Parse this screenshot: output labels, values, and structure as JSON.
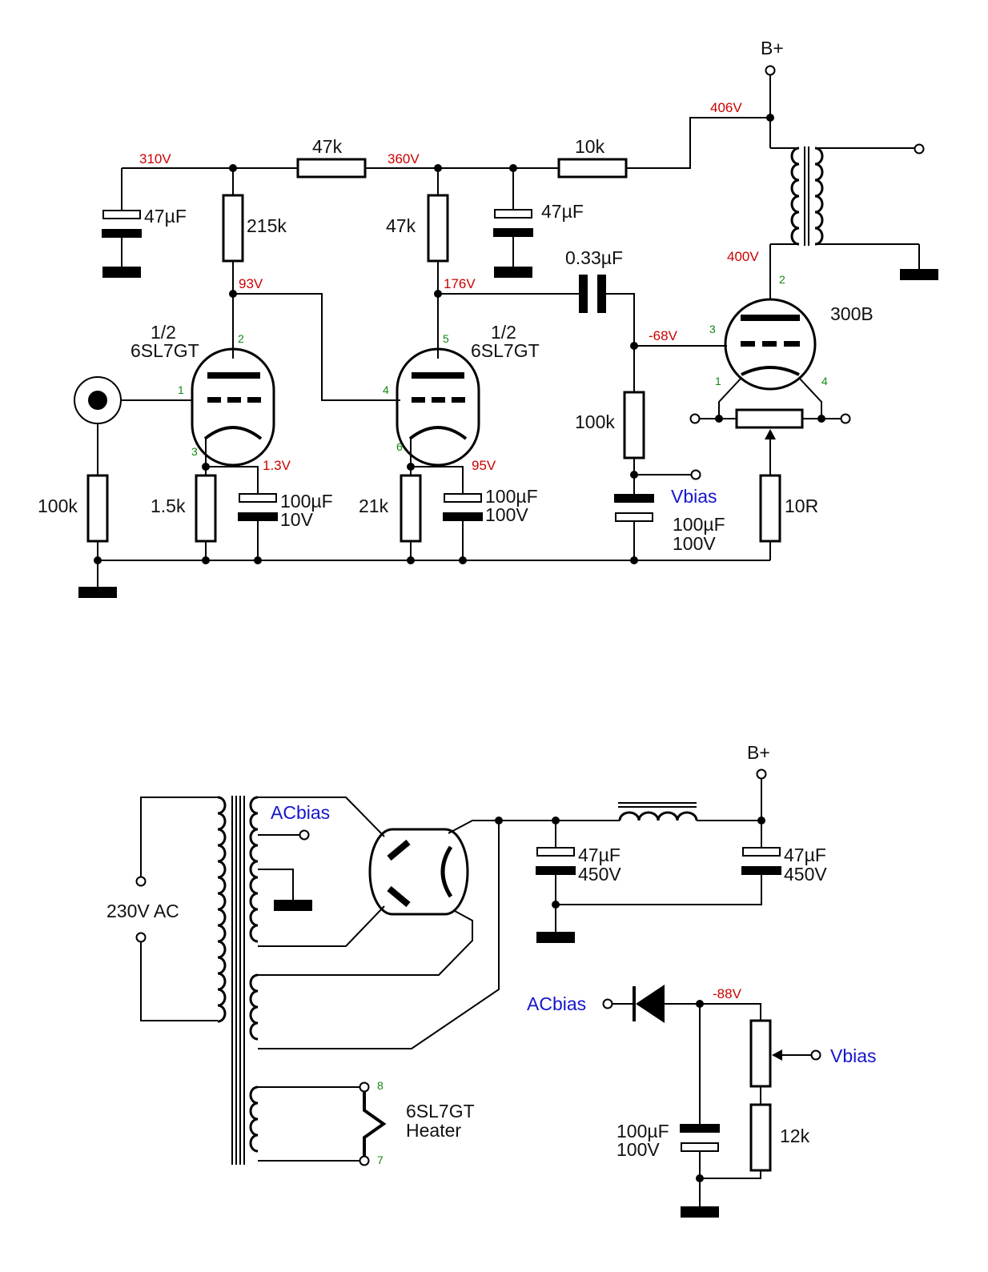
{
  "amplifier": {
    "bplus": "B+",
    "v_406": "406V",
    "v_310": "310V",
    "v_360": "360V",
    "v_93": "93V",
    "v_176": "176V",
    "v_400": "400V",
    "v_m68": "-68V",
    "v_1_3": "1.3V",
    "v_95": "95V",
    "r_47k_series": "47k",
    "r_10k": "10k",
    "r_215k": "215k",
    "r_47k_load": "47k",
    "r_100k_grid": "100k",
    "r_1_5k": "1.5k",
    "r_21k": "21k",
    "r_100k_bias": "100k",
    "r_10r": "10R",
    "c_47uf_a": "47µF",
    "c_47uf_b": "47µF",
    "c_033": "0.33µF",
    "c_100uf_a": "100µF",
    "c_10v": "10V",
    "c_100uf_b": "100µF",
    "c_100v_b": "100V",
    "c_100uf_c": "100µF",
    "c_100v_c": "100V",
    "tube1_half": "1/2",
    "tube1_name": "6SL7GT",
    "tube2_half": "1/2",
    "tube2_name": "6SL7GT",
    "tube3_name": "300B",
    "vbias": "Vbias",
    "pins": {
      "t1_plate": "2",
      "t1_grid": "1",
      "t1_cath": "3",
      "t2_plate": "5",
      "t2_grid": "4",
      "t2_cath": "6",
      "t3_plate": "2",
      "t3_grid": "3",
      "t3_fil1": "1",
      "t3_fil2": "4"
    }
  },
  "power_supply": {
    "bplus": "B+",
    "mains": "230V AC",
    "acbias_tap": "ACbias",
    "c1_value": "47µF",
    "c1_voltage": "450V",
    "c2_value": "47µF",
    "c2_voltage": "450V",
    "acbias_in": "ACbias",
    "v_m88": "-88V",
    "vbias_out": "Vbias",
    "c3_value": "100µF",
    "c3_voltage": "100V",
    "r_12k": "12k",
    "heater_label_1": "6SL7GT",
    "heater_label_2": "Heater",
    "pin_8": "8",
    "pin_7": "7"
  }
}
